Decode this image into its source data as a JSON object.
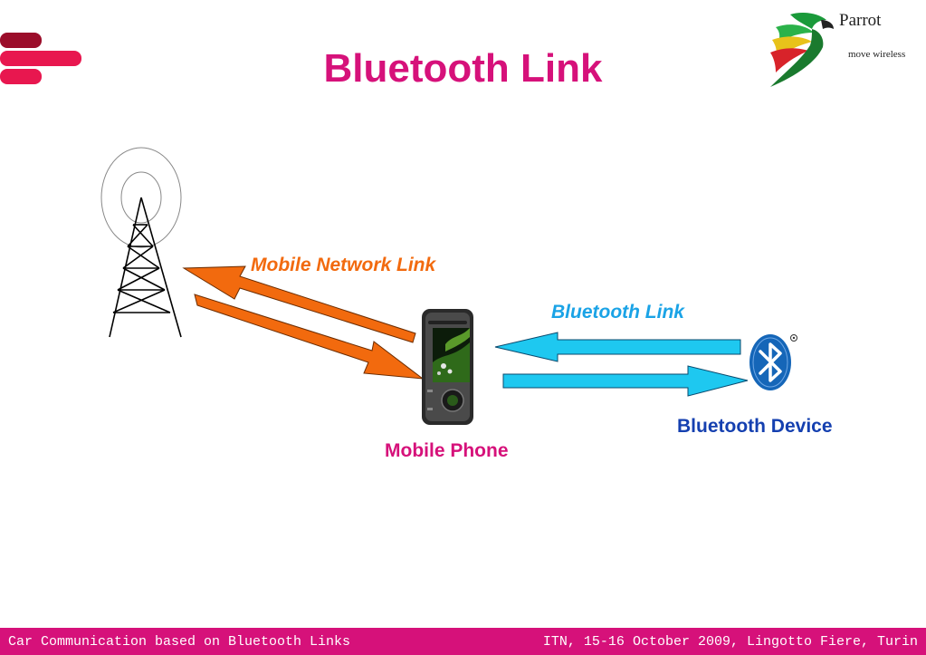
{
  "slide": {
    "title": "Bluetooth Link"
  },
  "logo": {
    "name": "Parrot",
    "tagline": "move wireless"
  },
  "diagram": {
    "nodes": {
      "tower": {
        "icon": "cell-tower-icon"
      },
      "phone": {
        "label": "Mobile Phone",
        "icon": "mobile-phone-icon"
      },
      "device": {
        "label": "Bluetooth Device",
        "icon": "bluetooth-icon"
      }
    },
    "links": {
      "mobile_network": {
        "label": "Mobile Network Link",
        "color": "#f26a0e"
      },
      "bluetooth": {
        "label": "Bluetooth Link",
        "color": "#1ec8f0"
      }
    }
  },
  "footer": {
    "left": "Car Communication based on Bluetooth Links",
    "right": "ITN, 15-16 October 2009, Lingotto Fiere, Turin"
  },
  "colors": {
    "accent": "#d6117a",
    "network": "#f26a0e",
    "bluetooth": "#1ec8f0",
    "bluetooth_brand": "#1566b8"
  }
}
